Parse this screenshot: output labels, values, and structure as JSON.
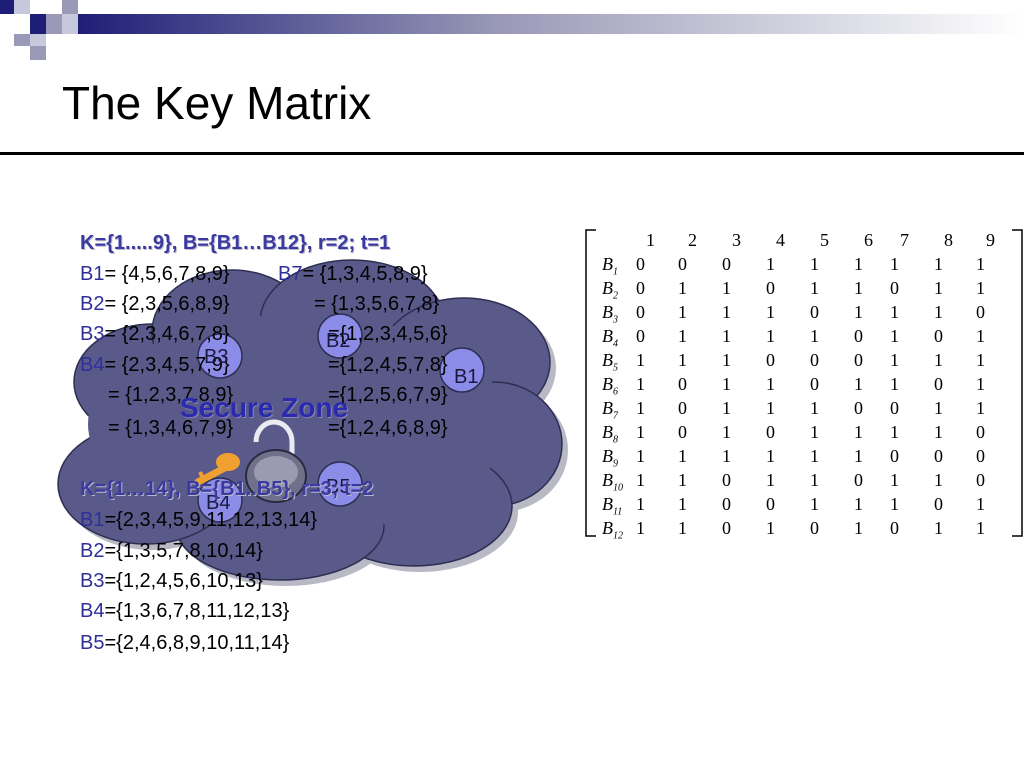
{
  "slide": {
    "title": "The Key Matrix"
  },
  "scheme1": {
    "header": "K={1.....9}, B={B1…B12}, r=2; t=1",
    "left_items": [
      {
        "label": "B1",
        "value": "= {4,5,6,7,8,9}"
      },
      {
        "label": "B2",
        "value": "= {2,3,5,6,8,9}"
      },
      {
        "label": "B3",
        "value": "= {2,3,4,6,7,8}"
      },
      {
        "label": "B4",
        "value": "= {2,3,4,5,7,9}"
      },
      {
        "label": "",
        "value": "= {1,2,3,7,8,9}"
      },
      {
        "label": "",
        "value": "= {1,3,4,6,7,9}"
      }
    ],
    "right_items": [
      {
        "label": "B7",
        "value": "= {1,3,4,5,8,9}"
      },
      {
        "label": "",
        "value": "= {1,3,5,6,7,8}"
      },
      {
        "label": "",
        "value": "={1,2,3,4,5,6}"
      },
      {
        "label": "",
        "value": "={1,2,4,5,7,8}"
      },
      {
        "label": "",
        "value": "={1,2,5,6,7,9}"
      },
      {
        "label": "",
        "value": "={1,2,4,6,8,9}"
      }
    ]
  },
  "scheme2": {
    "header": "K={1…14}, B={B1..B5}, r=3; t=2",
    "items": [
      {
        "label": "B1",
        "value": "={2,3,4,5,9,11,12,13,14}"
      },
      {
        "label": "B2",
        "value": "={1,3,5,7,8,10,14}"
      },
      {
        "label": "B3",
        "value": "={1,2,4,5,6,10,13}"
      },
      {
        "label": "B4",
        "value": "={1,3,6,7,8,11,12,13}"
      },
      {
        "label": "B5",
        "value": "={2,4,6,8,9,10,11,14}"
      }
    ]
  },
  "overlay": {
    "zone_label": "Secure Zone",
    "nodes": [
      "B1",
      "B2",
      "B3",
      "B4",
      "B5"
    ]
  },
  "matrix": {
    "column_headers": [
      "1",
      "2",
      "3",
      "4",
      "5",
      "6",
      "7",
      "8",
      "9"
    ],
    "rows": [
      {
        "label": "B",
        "sub": "1",
        "values": [
          "0",
          "0",
          "0",
          "1",
          "1",
          "1",
          "1",
          "1",
          "1"
        ]
      },
      {
        "label": "B",
        "sub": "2",
        "values": [
          "0",
          "1",
          "1",
          "0",
          "1",
          "1",
          "0",
          "1",
          "1"
        ]
      },
      {
        "label": "B",
        "sub": "3",
        "values": [
          "0",
          "1",
          "1",
          "1",
          "0",
          "1",
          "1",
          "1",
          "0"
        ]
      },
      {
        "label": "B",
        "sub": "4",
        "values": [
          "0",
          "1",
          "1",
          "1",
          "1",
          "0",
          "1",
          "0",
          "1"
        ]
      },
      {
        "label": "B",
        "sub": "5",
        "values": [
          "1",
          "1",
          "1",
          "0",
          "0",
          "0",
          "1",
          "1",
          "1"
        ]
      },
      {
        "label": "B",
        "sub": "6",
        "values": [
          "1",
          "0",
          "1",
          "1",
          "0",
          "1",
          "1",
          "0",
          "1"
        ]
      },
      {
        "label": "B",
        "sub": "7",
        "values": [
          "1",
          "0",
          "1",
          "1",
          "1",
          "0",
          "0",
          "1",
          "1"
        ]
      },
      {
        "label": "B",
        "sub": "8",
        "values": [
          "1",
          "0",
          "1",
          "0",
          "1",
          "1",
          "1",
          "1",
          "0"
        ]
      },
      {
        "label": "B",
        "sub": "9",
        "values": [
          "1",
          "1",
          "1",
          "1",
          "1",
          "1",
          "0",
          "0",
          "0"
        ]
      },
      {
        "label": "B",
        "sub": "10",
        "values": [
          "1",
          "1",
          "0",
          "1",
          "1",
          "0",
          "1",
          "1",
          "0"
        ]
      },
      {
        "label": "B",
        "sub": "11",
        "values": [
          "1",
          "1",
          "0",
          "0",
          "1",
          "1",
          "1",
          "0",
          "1"
        ]
      },
      {
        "label": "B",
        "sub": "12",
        "values": [
          "1",
          "1",
          "0",
          "1",
          "0",
          "1",
          "0",
          "1",
          "1"
        ]
      }
    ]
  },
  "colors": {
    "accent": "#2f2f9a",
    "cloud_fill": "#5a5a8a",
    "node_fill": "#8b8be8",
    "key": "#f0a030"
  }
}
